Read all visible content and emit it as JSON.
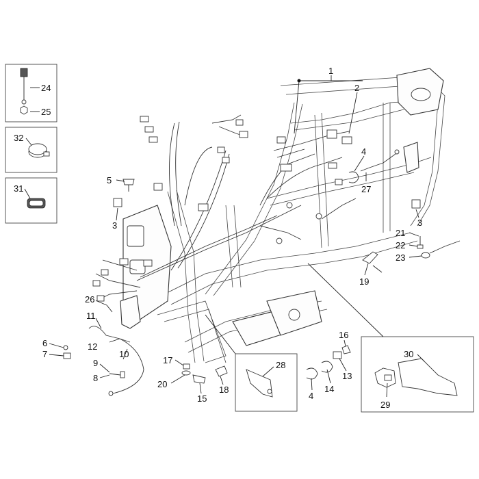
{
  "labels": {
    "l1": "1",
    "l2": "2",
    "l3a": "3",
    "l3b": "3",
    "l4a": "4",
    "l4b": "4",
    "l5": "5",
    "l6": "6",
    "l7": "7",
    "l8": "8",
    "l9": "9",
    "l10": "10",
    "l11": "11",
    "l12": "12",
    "l13": "13",
    "l14": "14",
    "l15": "15",
    "l16": "16",
    "l17": "17",
    "l18": "18",
    "l19": "19",
    "l20": "20",
    "l21": "21",
    "l22": "22",
    "l23": "23",
    "l24": "24",
    "l25": "25",
    "l26": "26",
    "l27": "27",
    "l28": "28",
    "l29": "29",
    "l30": "30",
    "l31": "31",
    "l32": "32"
  }
}
